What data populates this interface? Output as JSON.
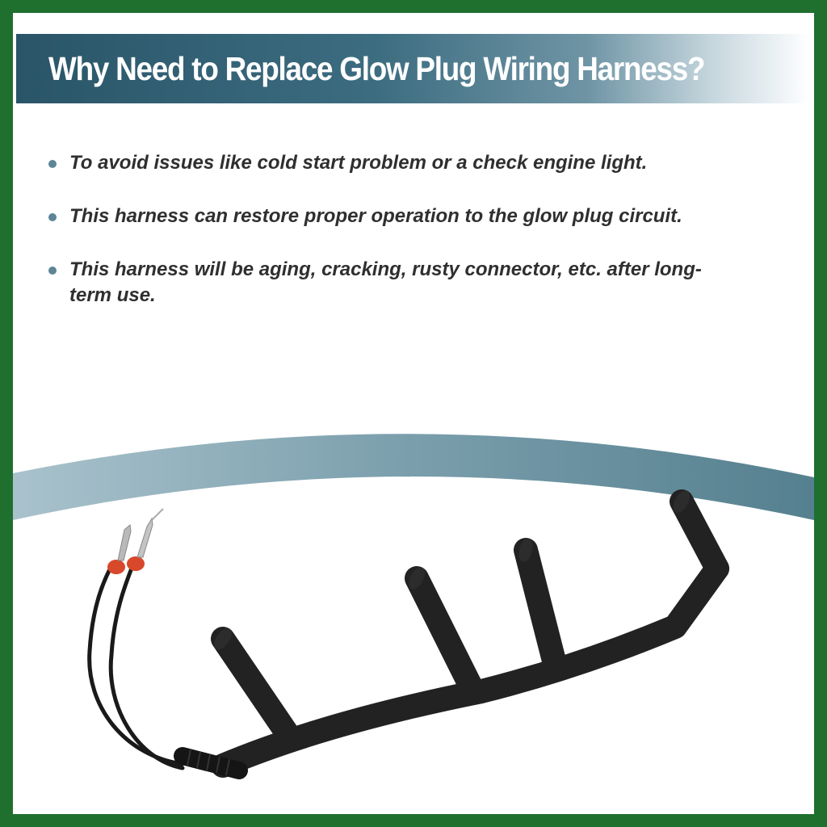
{
  "title": "Why Need to Replace Glow Plug Wiring Harness?",
  "bullets": [
    "To avoid issues like cold start problem or a check engine light.",
    "This harness can restore proper operation to the glow plug circuit.",
    "This harness will be aging, cracking, rusty connector, etc. after long-term use."
  ],
  "colors": {
    "border": "#1f6f2e",
    "banner_dark": "#2a5568",
    "bullet_dot": "#5d8596",
    "arc": "#5f8797",
    "harness": "#1c1c1c",
    "seal": "#d8482a"
  },
  "icons": [
    "bullet-dot-icon"
  ],
  "product": {
    "name": "glow-plug-wiring-harness"
  }
}
